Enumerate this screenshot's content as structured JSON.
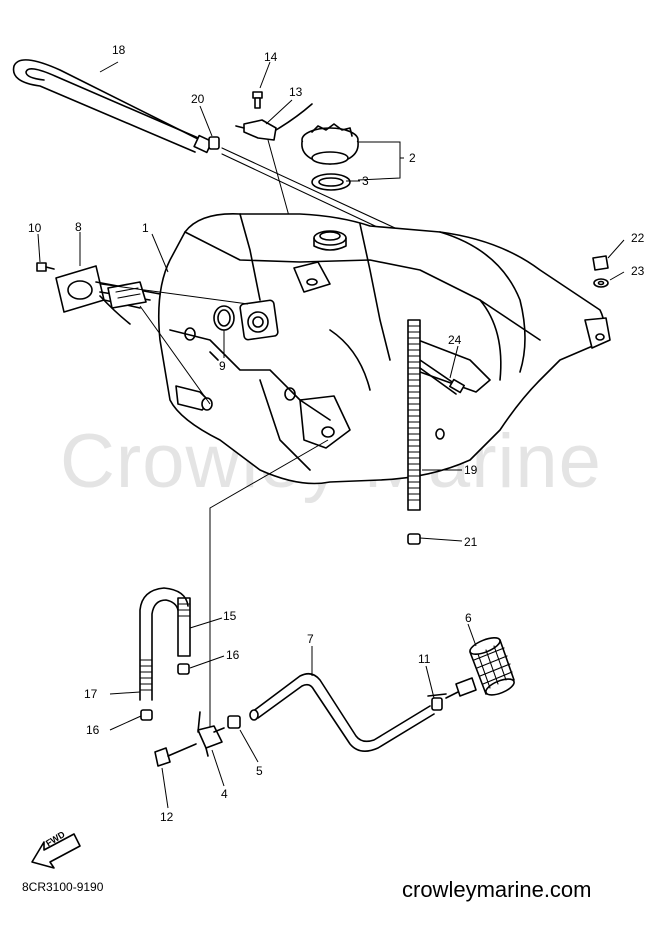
{
  "watermark": "Crowley Marine",
  "diagram_code": "8CR3100-9190",
  "website": "crowleymarine.com",
  "direction_label": "FWD",
  "callouts": {
    "p1": "1",
    "p2": "2",
    "p3": "3",
    "p4": "4",
    "p5": "5",
    "p6": "6",
    "p7": "7",
    "p8": "8",
    "p9": "9",
    "p10": "10",
    "p11": "11",
    "p12": "12",
    "p13": "13",
    "p14": "14",
    "p15": "15",
    "p16a": "16",
    "p16b": "16",
    "p17": "17",
    "p18": "18",
    "p19": "19",
    "p20": "20",
    "p21": "21",
    "p22": "22",
    "p23": "23",
    "p24": "24"
  }
}
